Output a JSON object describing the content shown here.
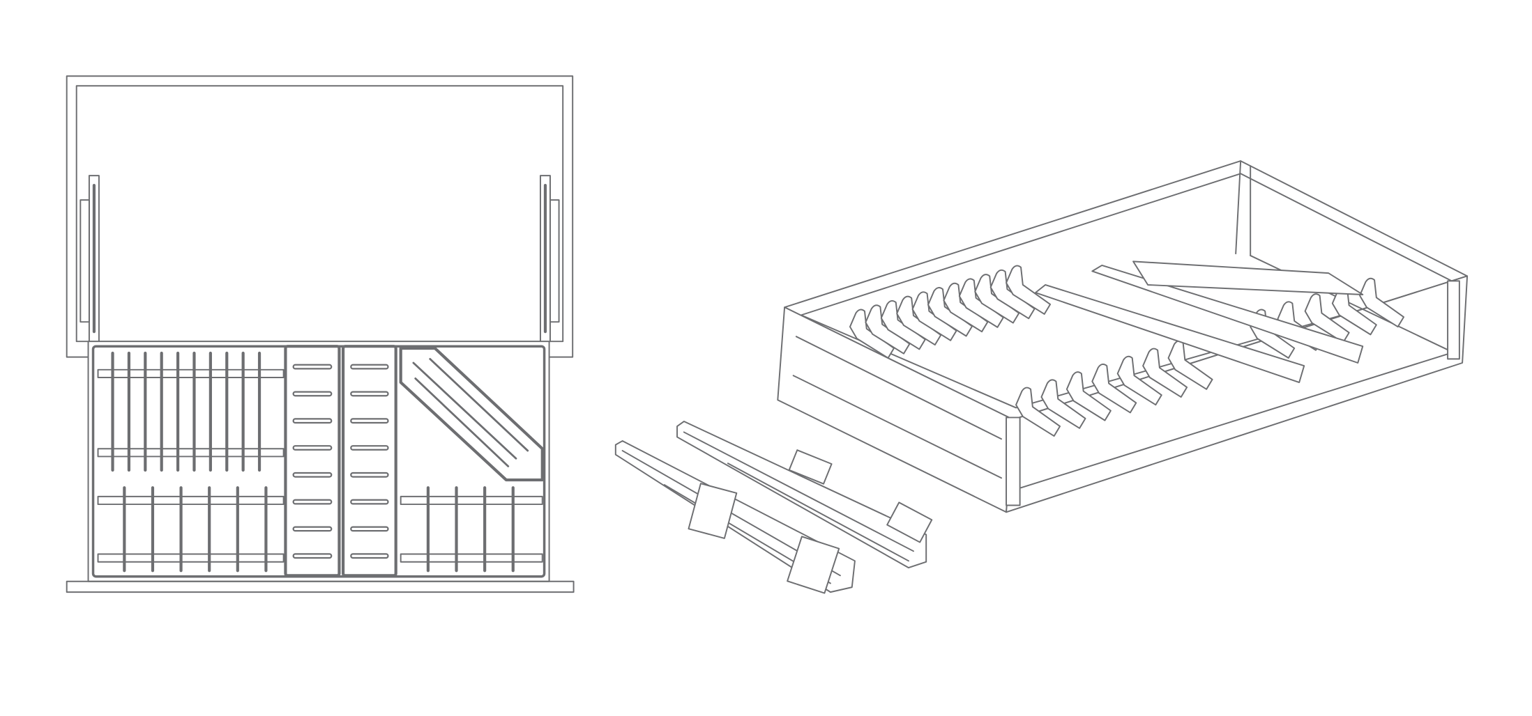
{
  "colors": {
    "line": "#6d6e71",
    "background": "#ffffff"
  },
  "icons": [
    "cabinet-front-view",
    "drawer-slide-rail-pair",
    "drawer-plate-rack-isometric"
  ],
  "rack": {
    "top_wire_count": 10,
    "bottom_wire_count": 6,
    "right_wire_count": 4,
    "panel_slot_count": 8,
    "plate_holder_count": 22
  }
}
